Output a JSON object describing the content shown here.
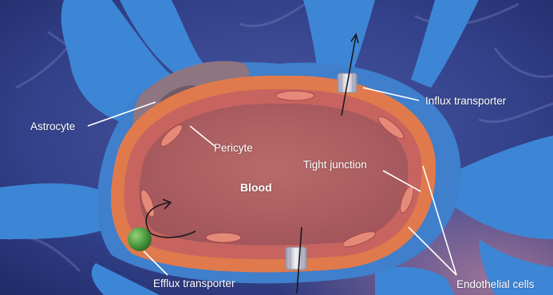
{
  "labels": {
    "astrocyte": "Astrocyte",
    "pericyte": "Pericyte",
    "influx_transporter": "Influx transporter",
    "tight_junction": "Tight junction",
    "blood": "Blood",
    "efflux_transporter": "Efflux transporter",
    "endothelial_cells": "Endothelial cells"
  },
  "colors": {
    "background": "#2f3f86",
    "astrocyte_process": "#3d86d6",
    "basement_membrane": "#e07a4c",
    "endothelium": "#c7645f",
    "lumen": "#b0625f",
    "pericyte": "#8e7582",
    "efflux_transporter": "#4a9a3e",
    "transporter_channel": "#d9d9e6"
  }
}
